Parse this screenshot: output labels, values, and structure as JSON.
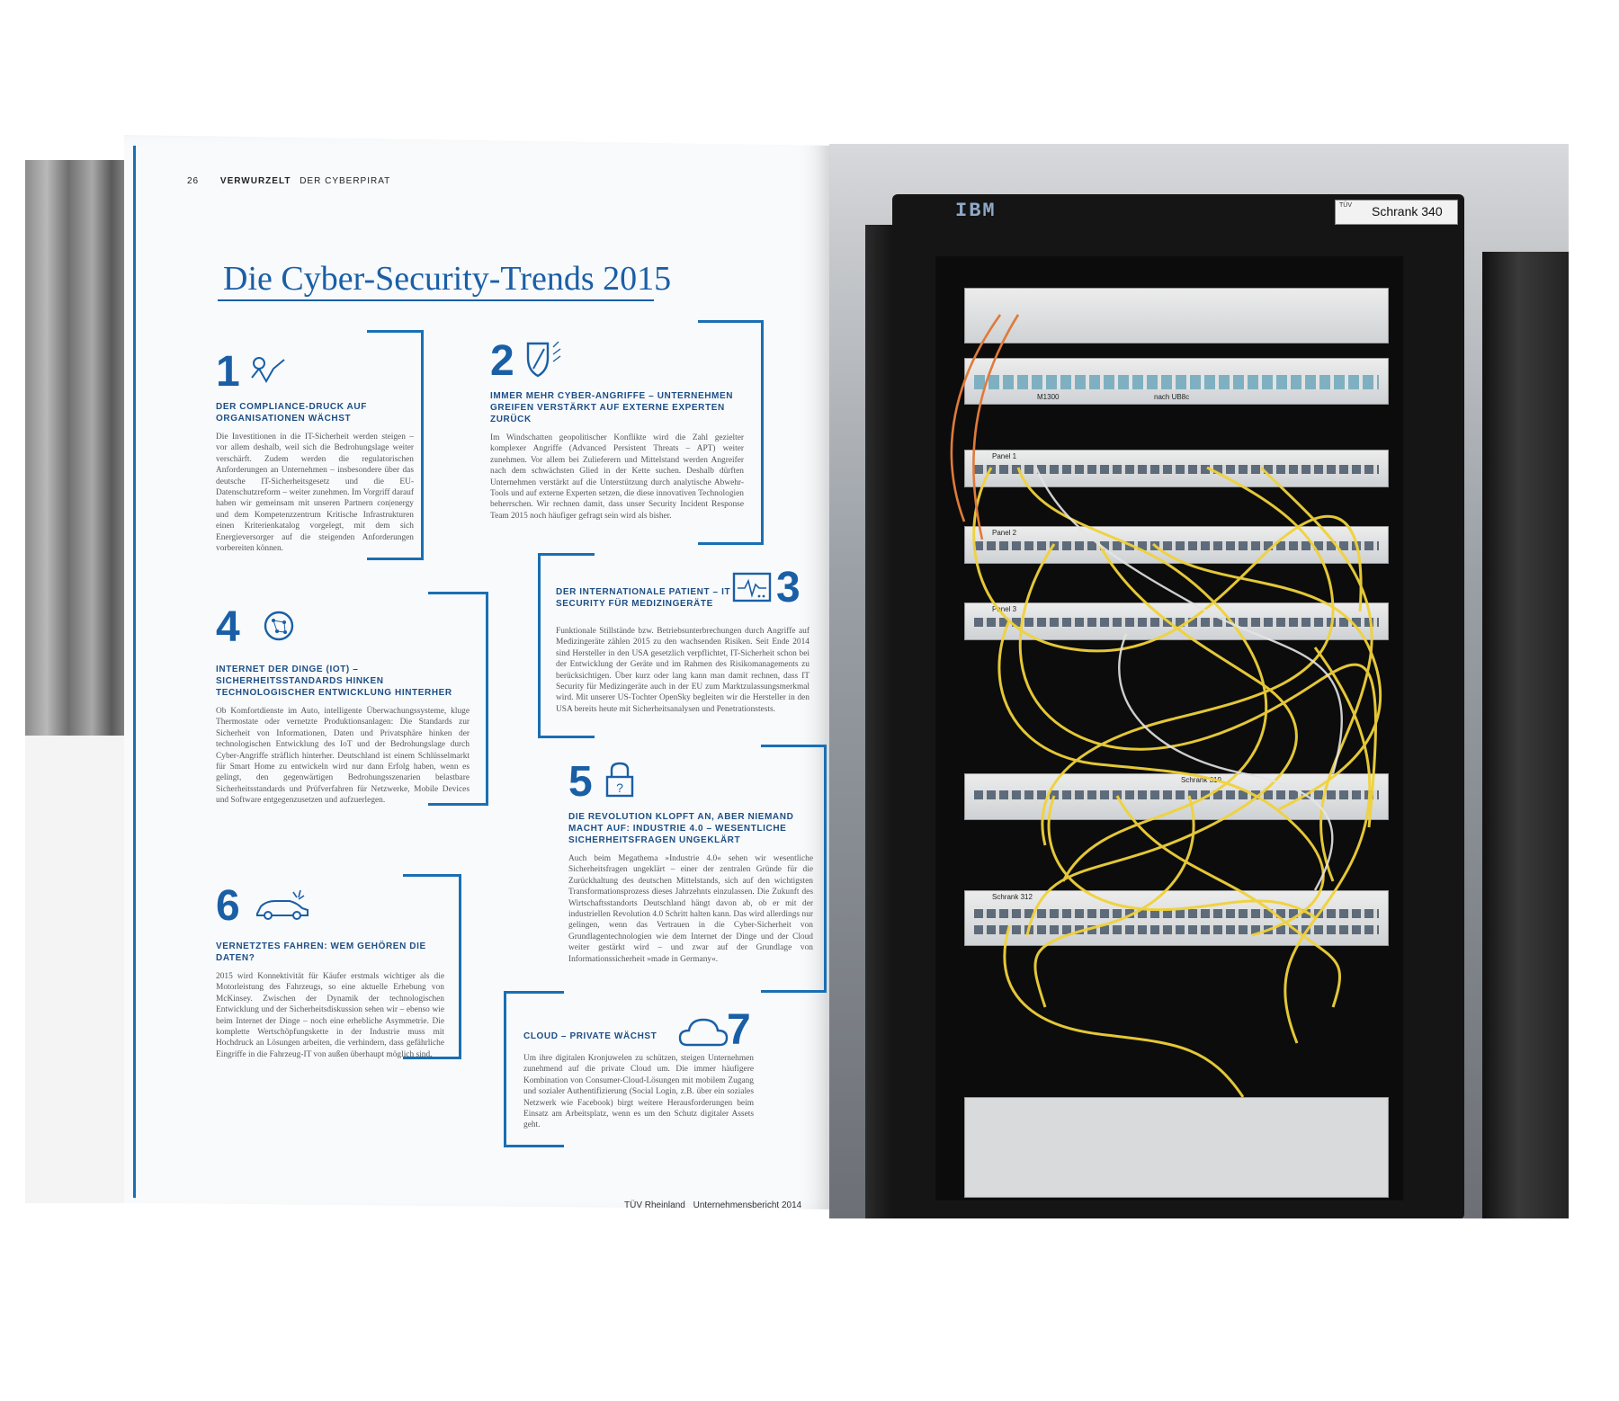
{
  "running_head": {
    "page": "26",
    "section": "VERWURZELT",
    "subsection": "DER CYBERPIRAT"
  },
  "title": "Die Cyber-Security-Trends 2015",
  "trends": [
    {
      "number": "1",
      "icon": "compliance-icon",
      "heading": "DER COMPLIANCE-DRUCK AUF ORGANISATIONEN WÄCHST",
      "body": "Die Investitionen in die IT-Sicherheit werden steigen – vor allem deshalb, weil sich die Bedrohungslage weiter verschärft. Zudem werden die regulatorischen Anforderungen an Unternehmen – insbesondere über das deutsche IT-Sicherheitsgesetz und die EU-Datenschutzreform – weiter zunehmen. Im Vorgriff darauf haben wir gemeinsam mit unseren Partnern con|energy und dem Kompetenzzentrum Kritische Infrastrukturen einen Kriterienkatalog vorgelegt, mit dem sich Energieversorger auf die steigenden Anforderungen vorbereiten können."
    },
    {
      "number": "2",
      "icon": "shield-icon",
      "heading": "IMMER MEHR CYBER-ANGRIFFE – UNTERNEHMEN GREIFEN VERSTÄRKT AUF EXTERNE EXPERTEN ZURÜCK",
      "body": "Im Windschatten geopolitischer Konflikte wird die Zahl gezielter komplexer Angriffe (Advanced Persistent Threats – APT) weiter zunehmen. Vor allem bei Zulieferern und Mittelstand werden Angreifer nach dem schwächsten Glied in der Kette suchen. Deshalb dürften Unternehmen verstärkt auf die Unterstützung durch analytische Abwehr-Tools und auf externe Experten setzen, die diese innovativen Technologien beherrschen. Wir rechnen damit, dass unser Security Incident Response Team 2015 noch häufiger gefragt sein wird als bisher."
    },
    {
      "number": "3",
      "icon": "medical-monitor-icon",
      "heading": "DER INTERNATIONALE PATIENT – IT SECURITY FÜR MEDIZINGERÄTE",
      "body": "Funktionale Stillstände bzw. Betriebsunterbrechungen durch Angriffe auf Medizingeräte zählen 2015 zu den wachsenden Risiken. Seit Ende 2014 sind Hersteller in den USA gesetzlich verpflichtet, IT-Sicherheit schon bei der Entwicklung der Geräte und im Rahmen des Risikomanagements zu berücksichtigen. Über kurz oder lang kann man damit rechnen, dass IT Security für Medizingeräte auch in der EU zum Marktzulassungsmerkmal wird. Mit unserer US-Tochter OpenSky begleiten wir die Hersteller in den USA bereits heute mit Sicherheitsanalysen und Penetrationstests."
    },
    {
      "number": "4",
      "icon": "network-globe-icon",
      "heading": "INTERNET DER DINGE (IOT) – SICHERHEITSSTANDARDS HINKEN TECHNOLOGISCHER ENTWICKLUNG HINTERHER",
      "body": "Ob Komfortdienste im Auto, intelligente Überwachungssysteme, kluge Thermostate oder vernetzte Produktionsanlagen: Die Standards zur Sicherheit von Informationen, Daten und Privatsphäre hinken der technologischen Entwicklung des IoT und der Bedrohungslage durch Cyber-Angriffe sträflich hinterher. Deutschland ist einem Schlüsselmarkt für Smart Home zu entwickeln wird nur dann Erfolg haben, wenn es gelingt, den gegenwärtigen Bedrohungsszenarien belastbare Sicherheitsstandards und Prüfverfahren für Netzwerke, Mobile Devices und Software entgegenzusetzen und aufzuerlegen."
    },
    {
      "number": "5",
      "icon": "lock-icon",
      "heading": "DIE REVOLUTION KLOPFT AN, ABER NIEMAND MACHT AUF: INDUSTRIE 4.0 – WESENTLICHE SICHERHEITSFRAGEN UNGEKLÄRT",
      "body": "Auch beim Megathema »Industrie 4.0« sehen wir wesentliche Sicherheitsfragen ungeklärt – einer der zentralen Gründe für die Zurückhaltung des deutschen Mittelstands, sich auf den wichtigsten Transformationsprozess dieses Jahrzehnts einzulassen. Die Zukunft des Wirtschaftsstandorts Deutschland hängt davon ab, ob er mit der industriellen Revolution 4.0 Schritt halten kann. Das wird allerdings nur gelingen, wenn das Vertrauen in die Cyber-Sicherheit von Grundlagentechnologien wie dem Internet der Dinge und der Cloud weiter gestärkt wird – und zwar auf der Grundlage von Informationssicherheit »made in Germany«."
    },
    {
      "number": "6",
      "icon": "connected-car-icon",
      "heading": "VERNETZTES FAHREN: WEM GEHÖREN DIE DATEN?",
      "body": "2015 wird Konnektivität für Käufer erstmals wichtiger als die Motorleistung des Fahrzeugs, so eine aktuelle Erhebung von McKinsey. Zwischen der Dynamik der technologischen Entwicklung und der Sicherheitsdiskussion sehen wir – ebenso wie beim Internet der Dinge – noch eine erhebliche Asymmetrie. Die komplette Wertschöpfungskette in der Industrie muss mit Hochdruck an Lösungen arbeiten, die verhindern, dass gefährliche Eingriffe in die Fahrzeug-IT von außen überhaupt möglich sind."
    },
    {
      "number": "7",
      "icon": "cloud-icon",
      "heading": "CLOUD – PRIVATE WÄCHST",
      "body": "Um ihre digitalen Kronjuwelen zu schützen, steigen Unternehmen zunehmend auf die private Cloud um. Die immer häufigere Kombination von Consumer-Cloud-Lösungen mit mobilem Zugang und sozialer Authentifizierung (Social Login, z.B. über ein soziales Netzwerk wie Facebook) birgt weitere Herausforderungen beim Einsatz am Arbeitsplatz, wenn es um den Schutz digitaler Assets geht."
    }
  ],
  "footer": {
    "brand": "TÜV Rheinland",
    "report": "Unternehmensbericht 2014"
  },
  "photo": {
    "logo": "IBM",
    "cabinet_label": "Schrank 340",
    "label_badge": "TÜV",
    "panel_labels": [
      "M1300",
      "nach UB8c",
      "Panel 1",
      "Panel 2",
      "Panel 3",
      "Schrank 319",
      "Schrank 312"
    ]
  },
  "colors": {
    "accent": "#1a5fa6",
    "bracket": "#1a6fb3",
    "cable": "#f0d23a"
  }
}
